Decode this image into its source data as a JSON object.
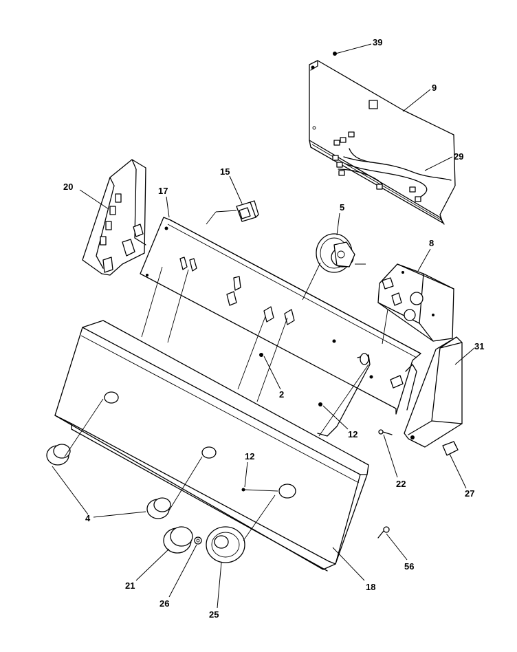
{
  "callouts": {
    "c39": "39",
    "c9": "9",
    "c29": "29",
    "c20": "20",
    "c15": "15",
    "c17": "17",
    "c5": "5",
    "c8": "8",
    "c31": "31",
    "c2": "2",
    "c12a": "12",
    "c12b": "12",
    "c22": "22",
    "c27": "27",
    "c4": "4",
    "c21": "21",
    "c26": "26",
    "c25": "25",
    "c18": "18",
    "c56": "56"
  }
}
